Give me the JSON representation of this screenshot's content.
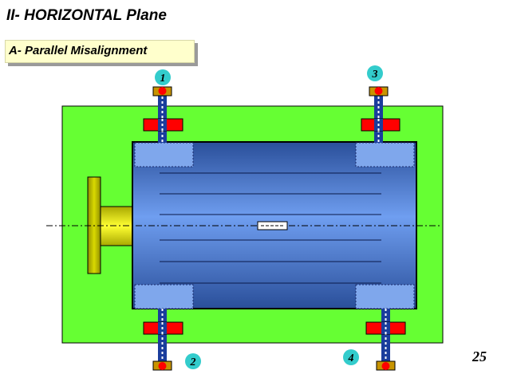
{
  "header": {
    "title": "II- HORIZONTAL Plane",
    "subtitle": "A- Parallel Misalignment"
  },
  "page_number": "25",
  "bolts": [
    {
      "label": "1"
    },
    {
      "label": "2"
    },
    {
      "label": "3"
    },
    {
      "label": "4"
    }
  ],
  "colors": {
    "base_plate": "#66ff33",
    "motor_body": "#4b7fd6",
    "motor_feet": "#7fa7ec",
    "shaft_and_coupling": "#e6e600",
    "shim_block": "#ff0000",
    "adjust_screw": "#1a3d9c",
    "bolt_label_circle": "#33cccc",
    "subtitle_background": "#ffffcc"
  }
}
